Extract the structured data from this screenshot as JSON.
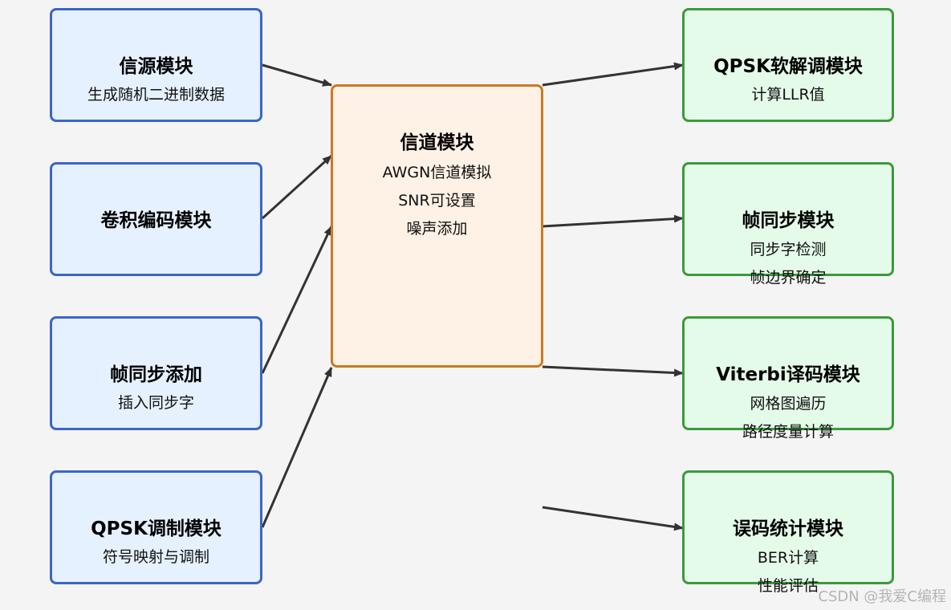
{
  "left_modules": [
    {
      "title": "信源模块",
      "lines": [
        "生成随机二进制数据"
      ]
    },
    {
      "title": "卷积编码模块",
      "lines": []
    },
    {
      "title": "帧同步添加",
      "lines": [
        "插入同步字"
      ]
    },
    {
      "title": "QPSK调制模块",
      "lines": [
        "符号映射与调制"
      ]
    }
  ],
  "center_module": {
    "title": "信道模块",
    "lines": [
      "AWGN信道模拟",
      "SNR可设置",
      "噪声添加"
    ]
  },
  "right_modules": [
    {
      "title": "QPSK软解调模块",
      "lines": [
        "计算LLR值"
      ]
    },
    {
      "title": "帧同步模块",
      "lines": [
        "同步字检测",
        "帧边界确定"
      ]
    },
    {
      "title": "Viterbi译码模块",
      "lines": [
        "网格图遍历",
        "路径度量计算"
      ]
    },
    {
      "title": "误码统计模块",
      "lines": [
        "BER计算",
        "性能评估"
      ]
    }
  ],
  "watermark": "CSDN @我爱C编程",
  "colors": {
    "left_fill": "#e6f1ff",
    "left_border": "#3b66c4",
    "center_fill": "#fef1e6",
    "center_border": "#cc7a1f",
    "right_fill": "#e5fbe9",
    "right_border": "#3b9a3b",
    "arrow": "#333333",
    "background": "#f4f4f4"
  }
}
